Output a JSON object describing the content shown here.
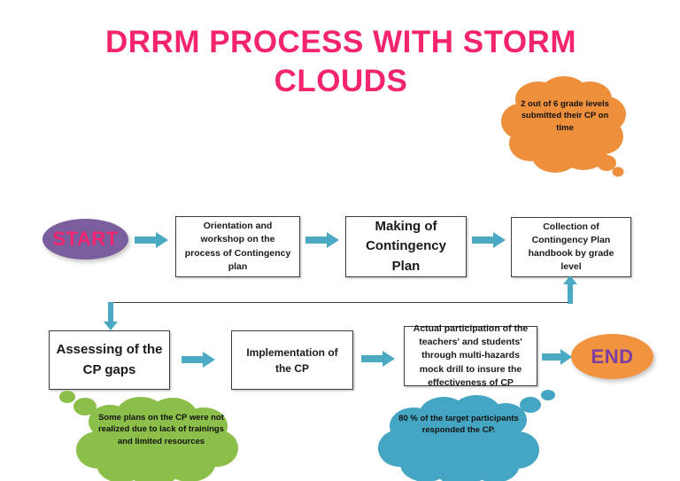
{
  "title": "DRRM PROCESS WITH STORM CLOUDS",
  "colors": {
    "title_pink": "#F4246E",
    "arrow_teal": "#4BA9C4",
    "start_fill": "#7A5E9E",
    "start_text": "#F4246E",
    "end_fill": "#F2933F",
    "end_text": "#7B3FA0",
    "cloud_orange": "#EE8F3C",
    "cloud_green": "#8CBF4A",
    "cloud_teal": "#45A6C4",
    "box_border": "#3b3b3b",
    "line": "#3b3b3b"
  },
  "flow": {
    "start": {
      "label": "START"
    },
    "end": {
      "label": "END"
    },
    "steps": [
      {
        "id": "orientation",
        "text": "Orientation and workshop on the process of Contingency plan"
      },
      {
        "id": "making-cp",
        "text": "Making of Contingency Plan"
      },
      {
        "id": "collection-cp",
        "text": "Collection of Contingency Plan handbook by grade level"
      },
      {
        "id": "assessing-gaps",
        "text": "Assessing of the CP gaps"
      },
      {
        "id": "implementation",
        "text": "Implementation of the CP"
      },
      {
        "id": "mock-drill",
        "text": "Actual participation of the teachers' and students' through multi-hazards mock drill to insure the effectiveness of CP"
      }
    ]
  },
  "clouds": [
    {
      "id": "orange",
      "text": "2 out of 6 grade levels submitted their CP on time"
    },
    {
      "id": "green",
      "text": "Some plans on the CP were not realized due to lack of trainings and limited resources"
    },
    {
      "id": "teal",
      "text": "80 % of the target participants responded the CP."
    }
  ]
}
